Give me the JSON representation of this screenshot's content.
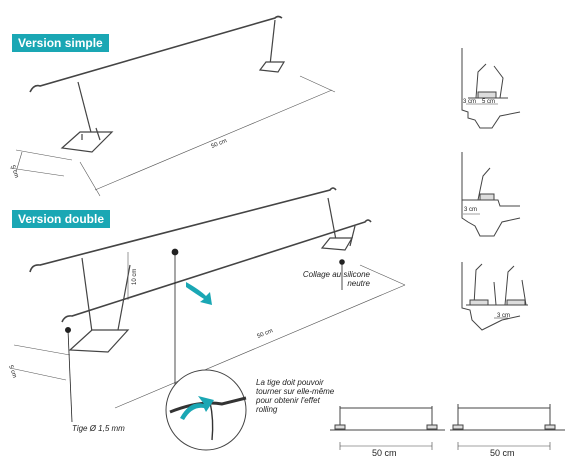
{
  "headings": {
    "simple": "Version simple",
    "double": "Version double"
  },
  "dimensions": {
    "simple_width": "50 cm",
    "simple_depth": "5 cm",
    "double_width": "50 cm",
    "double_depth": "5 cm",
    "double_height": "10 cm",
    "side_a_left": "3 cm",
    "side_a_right": "5 cm",
    "side_b": "3 cm",
    "side_c": "3 cm",
    "bottom_left": "50 cm",
    "bottom_right": "50 cm"
  },
  "notes": {
    "collage": "Collage au silicone neutre",
    "rolling": "La tige doit pouvoir tourner sur elle-même pour obtenir l'effet rolling",
    "tige": "Tige Ø 1,5 mm"
  },
  "colors": {
    "heading_bg": "#1aa7b4",
    "accent_arrow": "#1aa7b4",
    "line": "#333333"
  }
}
